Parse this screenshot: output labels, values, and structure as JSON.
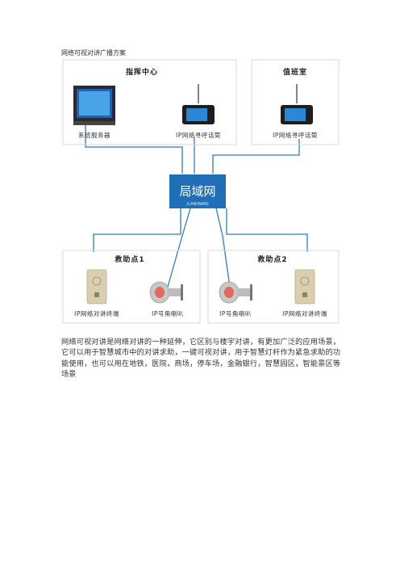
{
  "document": {
    "title": "网络可视对讲广播方案",
    "paragraph": "网络可视对讲是网络对讲的一种延伸，它区别与楼宇对讲，有更加广泛的应用场景，它可以用于智慧城市中的对讲求助，一键可视对讲，用于智慧灯杆作为紧急求助的功能使用，也可以用在地铁，医院，商场，停车场，金融银行，智慧园区，智能景区等场景"
  },
  "diagram": {
    "command_center": {
      "title": "指挥中心",
      "server_label": "系统服务器",
      "mic_label": "IP网络寻呼话筒"
    },
    "duty_room": {
      "title": "值班室",
      "mic_label": "IP网络寻呼话筒"
    },
    "network": {
      "label": "局域网",
      "sublabel": "(LAN/WAN)"
    },
    "help_point_1": {
      "title": "救助点1",
      "terminal_label": "IP网络对讲终端",
      "horn_label": "IP号角喇叭"
    },
    "help_point_2": {
      "title": "救助点2",
      "horn_label": "IP号角喇叭",
      "terminal_label": "IP网络对讲终端"
    },
    "colors": {
      "line": "#2f7bc2",
      "network_box": "#1f6fb8",
      "frame": "#d8d8d8"
    }
  }
}
